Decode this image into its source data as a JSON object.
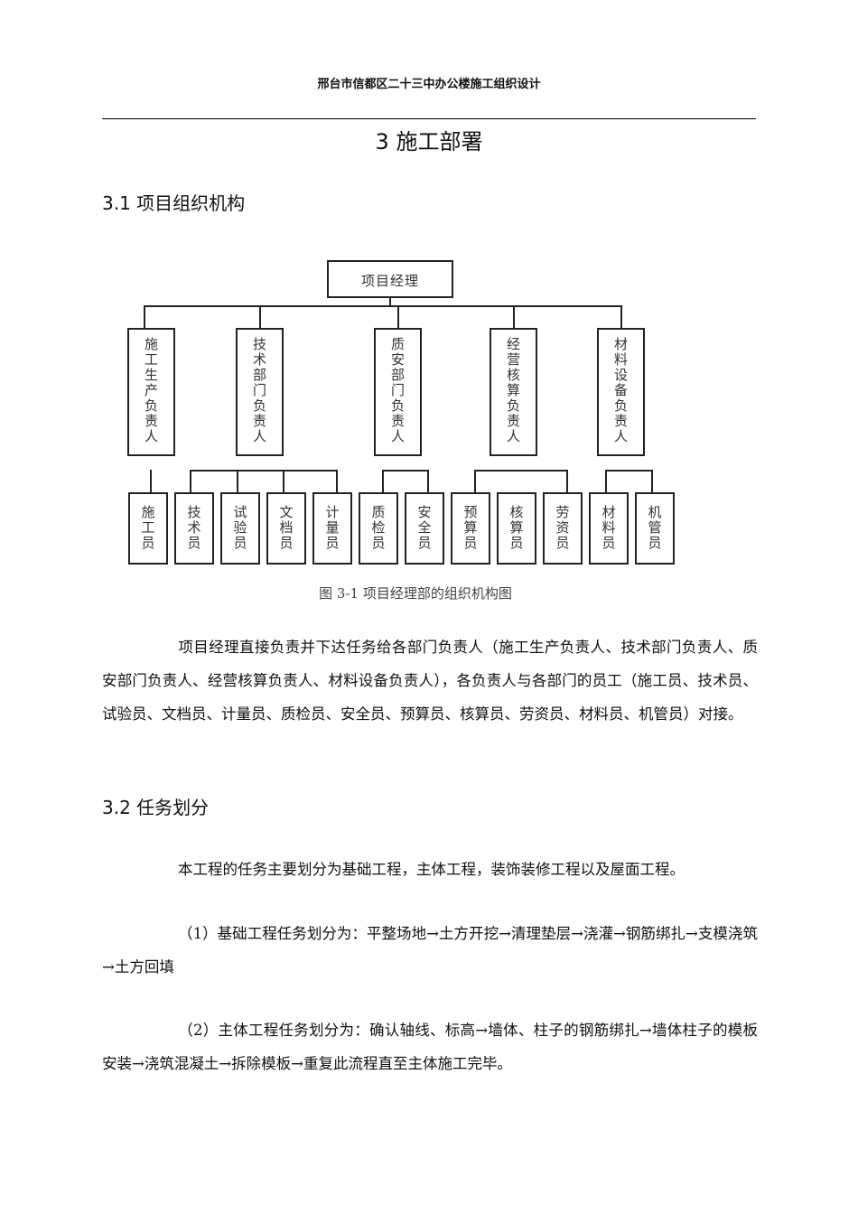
{
  "header": {
    "running_title": "邢台市信都区二十三中办公楼施工组织设计"
  },
  "chapter": {
    "title": "3  施工部署"
  },
  "sections": [
    {
      "title": "3.1 项目组织机构",
      "figure": {
        "root": "项目经理",
        "departments": [
          {
            "label": "施工生产负责人",
            "staff": [
              "施工员"
            ]
          },
          {
            "label": "技术部门负责人",
            "staff": [
              "技术员",
              "试验员",
              "文档员",
              "计量员"
            ]
          },
          {
            "label": "质安部门负责人",
            "staff": [
              "质检员",
              "安全员"
            ]
          },
          {
            "label": "经营核算负责人",
            "staff": [
              "预算员",
              "核算员",
              "劳资员"
            ]
          },
          {
            "label": "材料设备负责人",
            "staff": [
              "材料员",
              "机管员"
            ]
          }
        ],
        "caption": "图 3-1  项目经理部的组织机构图"
      },
      "paragraphs": [
        "项目经理直接负责并下达任务给各部门负责人（施工生产负责人、技术部门负责人、质安部门负责人、经营核算负责人、材料设备负责人），各负责人与各部门的员工（施工员、技术员、试验员、文档员、计量员、质检员、安全员、预算员、核算员、劳资员、材料员、机管员）对接。"
      ]
    },
    {
      "title": "3.2 任务划分",
      "paragraphs": [
        "本工程的任务主要划分为基础工程，主体工程，装饰装修工程以及屋面工程。",
        "（1）基础工程任务划分为：平整场地→土方开挖→清理垫层→浇灌→钢筋绑扎→支模浇筑→土方回填",
        "（2）主体工程任务划分为：确认轴线、标高→墙体、柱子的钢筋绑扎→墙体柱子的模板安装→浇筑混凝土→拆除模板→重复此流程直至主体施工完毕。"
      ]
    }
  ]
}
